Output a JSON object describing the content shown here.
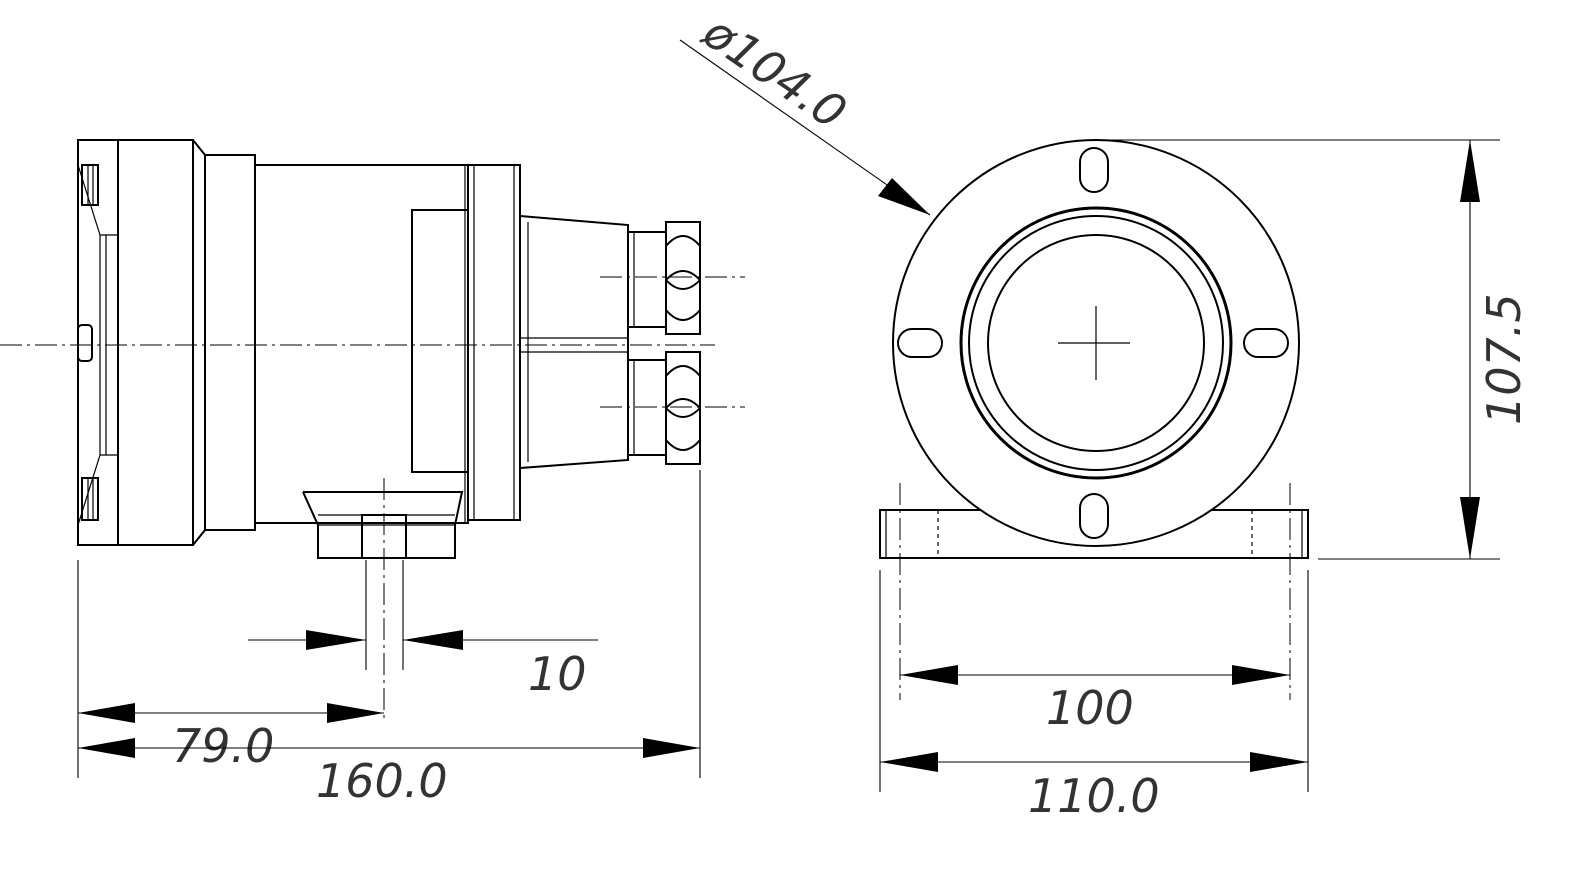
{
  "dimensions": {
    "overall_length": "160.0",
    "port_offset": "79.0",
    "port_width": "10",
    "flange_diameter": "ø104.0",
    "overall_height": "107.5",
    "base_hole_spacing": "100",
    "base_width": "110.0"
  }
}
